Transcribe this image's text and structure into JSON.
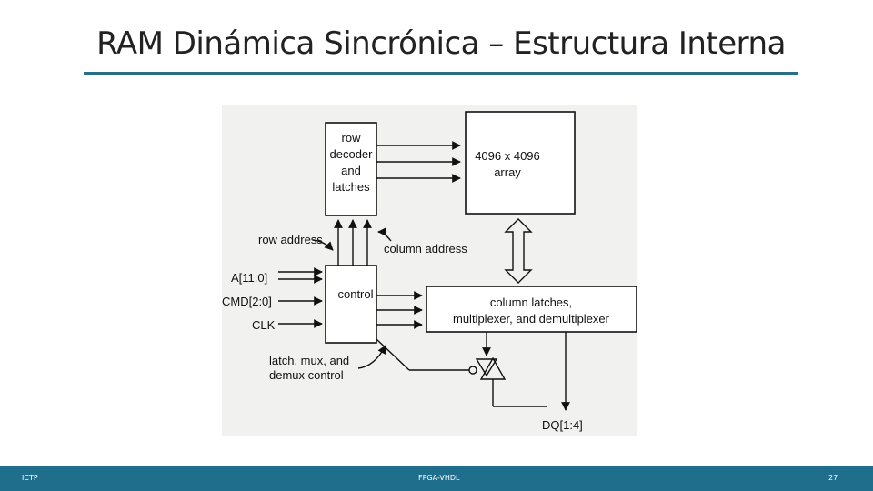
{
  "slide": {
    "title": "RAM Dinámica Sincrónica – Estructura Interna"
  },
  "diagram": {
    "row_decoder": [
      "row",
      "decoder",
      "and",
      "latches"
    ],
    "array": [
      "4096 x 4096",
      "array"
    ],
    "control": "control",
    "column_latches": [
      "column latches,",
      "multiplexer, and demultiplexer"
    ],
    "row_address": "row address",
    "column_address": "column address",
    "inputs": [
      "A[11:0]",
      "CMD[2:0]",
      "CLK"
    ],
    "latch_mux": [
      "latch, mux, and",
      "demux control"
    ],
    "dq": "DQ[1:4]"
  },
  "footer": {
    "left": "ICTP",
    "center": "FPGA-VHDL",
    "page": "27"
  }
}
